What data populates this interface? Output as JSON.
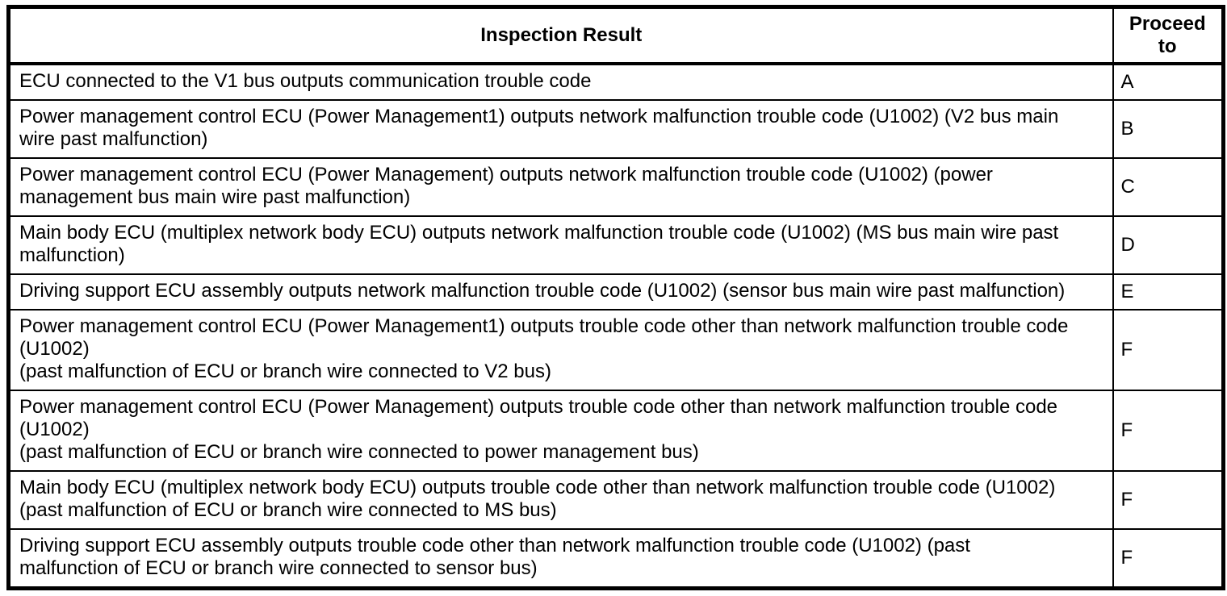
{
  "colors": {
    "border": "#000000",
    "background": "#ffffff",
    "text": "#000000"
  },
  "table": {
    "header": {
      "result_label": "Inspection Result",
      "proceed_label": "Proceed\nto"
    },
    "rows": [
      {
        "result": "ECU connected to the V1 bus outputs communication trouble code",
        "proceed": "A"
      },
      {
        "result": "Power management control ECU (Power Management1) outputs network malfunction trouble code (U1002) (V2 bus main\nwire past malfunction)",
        "proceed": "B"
      },
      {
        "result": "Power management control ECU (Power Management) outputs network malfunction trouble code (U1002) (power\nmanagement bus main wire past malfunction)",
        "proceed": "C"
      },
      {
        "result": "Main body ECU (multiplex network body ECU) outputs network malfunction trouble code (U1002) (MS bus main wire past\nmalfunction)",
        "proceed": "D"
      },
      {
        "result": "Driving support ECU assembly outputs network malfunction trouble code (U1002) (sensor bus main wire past malfunction)",
        "proceed": "E"
      },
      {
        "result": "Power management control ECU (Power Management1) outputs trouble code other than network malfunction trouble code\n(U1002)\n(past malfunction of ECU or branch wire connected to V2 bus)",
        "proceed": "F"
      },
      {
        "result": "Power management control ECU (Power Management) outputs trouble code other than network malfunction trouble code\n(U1002)\n(past malfunction of ECU or branch wire connected to power management bus)",
        "proceed": "F"
      },
      {
        "result": "Main body ECU (multiplex network body ECU) outputs trouble code other than network malfunction trouble code (U1002)\n(past malfunction of ECU or branch wire connected to MS bus)",
        "proceed": "F"
      },
      {
        "result": "Driving support ECU assembly outputs trouble code other than network malfunction trouble code (U1002) (past\nmalfunction of ECU or branch wire connected to sensor bus)",
        "proceed": "F"
      }
    ]
  }
}
